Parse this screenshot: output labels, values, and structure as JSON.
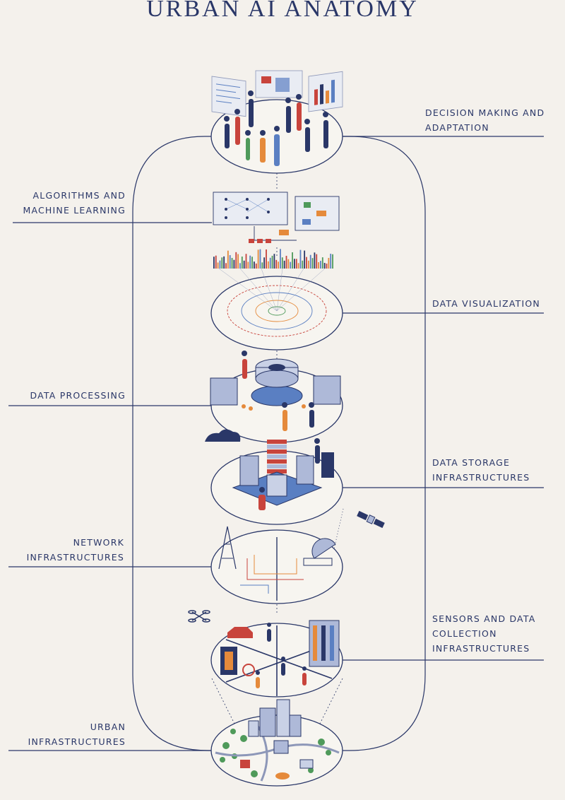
{
  "title": "URBAN AI ANATOMY",
  "colors": {
    "background": "#f4f1ec",
    "ink": "#2a3768",
    "accent_red": "#c8443c",
    "accent_orange": "#e58a3b",
    "accent_green": "#4f9a5a",
    "accent_blue": "#5a7fc2"
  },
  "layers": [
    {
      "lines": [
        "DECISION MAKING AND",
        "ADAPTATION"
      ],
      "side": "right",
      "icon": "people-with-dashboards-icon"
    },
    {
      "lines": [
        "ALGORITHMS AND",
        "MACHINE LEARNING"
      ],
      "side": "left",
      "icon": "neural-network-flowchart-icon"
    },
    {
      "lines": [
        "DATA VISUALIZATION"
      ],
      "side": "right",
      "icon": "data-visualization-icon"
    },
    {
      "lines": [
        "DATA PROCESSING"
      ],
      "side": "left",
      "icon": "data-processing-icon"
    },
    {
      "lines": [
        "DATA STORAGE",
        "INFRASTRUCTURES"
      ],
      "side": "right",
      "icon": "data-storage-server-icon"
    },
    {
      "lines": [
        "NETWORK",
        "INFRASTRUCTURES"
      ],
      "side": "left",
      "icon": "network-tower-icon"
    },
    {
      "lines": [
        "SENSORS AND DATA",
        "COLLECTION",
        "INFRASTRUCTURES"
      ],
      "side": "right",
      "icon": "sensors-street-icon"
    },
    {
      "lines": [
        "URBAN",
        "INFRASTRUCTURES"
      ],
      "side": "left",
      "icon": "city-map-icon"
    }
  ]
}
